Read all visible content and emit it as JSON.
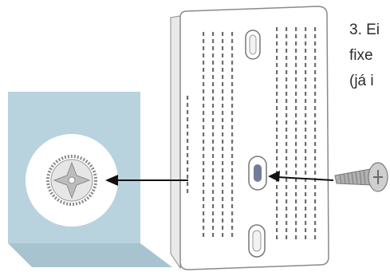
{
  "instruction": {
    "lines": [
      "3. Ei",
      "fixe",
      "(já i"
    ]
  },
  "illustration": {
    "wall_color": "#b9d3de",
    "wall_shadow_color": "#a7c3cf",
    "plate_color": "#ffffff",
    "plate_outline_color": "#8a8a8a",
    "arrow_color": "#111111",
    "screw_color": "#b0b0b0"
  }
}
